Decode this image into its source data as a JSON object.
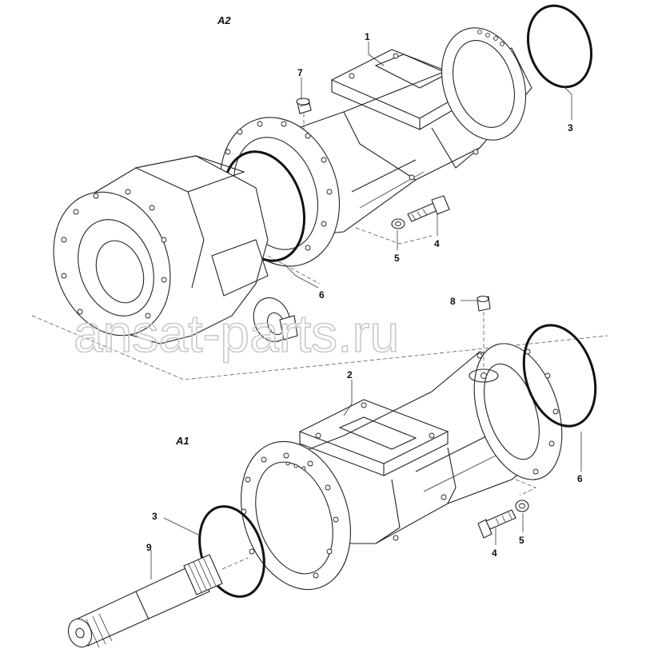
{
  "diagram": {
    "groups": [
      {
        "id": "A2",
        "text": "A2"
      },
      {
        "id": "A1",
        "text": "A1"
      }
    ],
    "callouts": [
      {
        "id": "c1",
        "text": "1"
      },
      {
        "id": "c7",
        "text": "7"
      },
      {
        "id": "c3a",
        "text": "3"
      },
      {
        "id": "c4a",
        "text": "4"
      },
      {
        "id": "c5a",
        "text": "5"
      },
      {
        "id": "c6a",
        "text": "6"
      },
      {
        "id": "c8",
        "text": "8"
      },
      {
        "id": "c2",
        "text": "2"
      },
      {
        "id": "c6b",
        "text": "6"
      },
      {
        "id": "c3b",
        "text": "3"
      },
      {
        "id": "c9",
        "text": "9"
      },
      {
        "id": "c4b",
        "text": "4"
      },
      {
        "id": "c5b",
        "text": "5"
      }
    ],
    "watermark": "ansat-parts.ru"
  }
}
